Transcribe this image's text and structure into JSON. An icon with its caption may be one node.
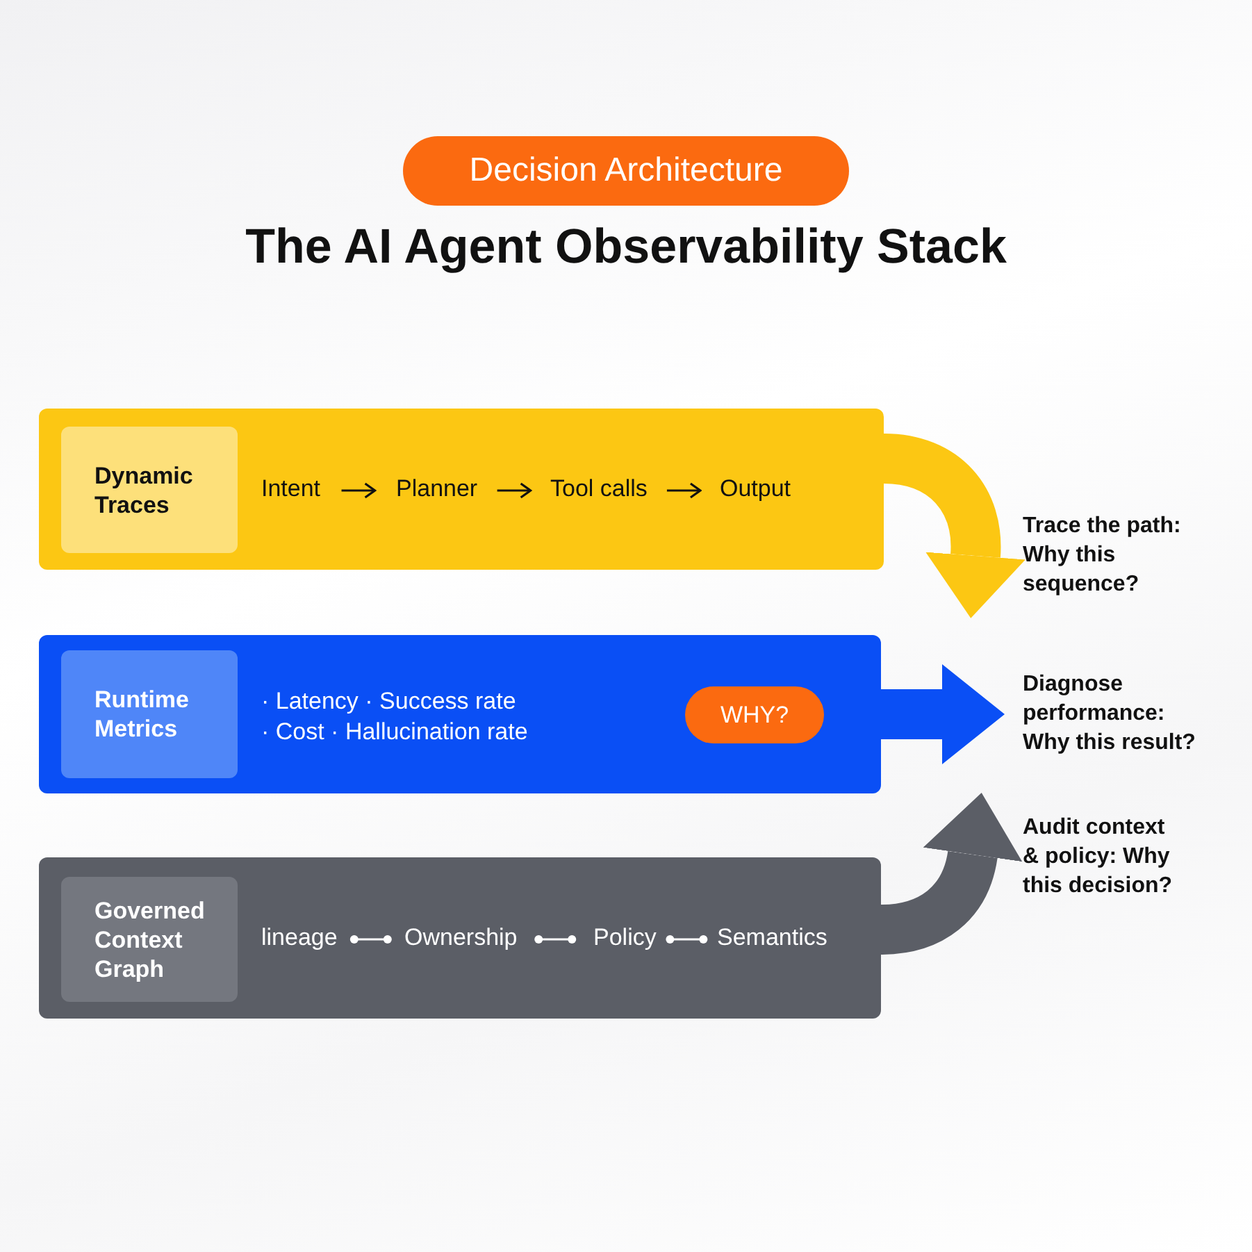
{
  "diagram": {
    "title": "The AI Agent Observability Stack",
    "nodes": [
      {
        "text": [
          "Decision Architecture"
        ]
      },
      {
        "text": [],
        "shape": "box"
      },
      {
        "text": [
          "Dynamic Traces"
        ],
        "in": 1
      },
      {
        "text": [
          "Intent"
        ],
        "in": 1
      },
      {
        "text": [
          "Planner"
        ],
        "in": 1
      },
      {
        "text": [
          "Tool calls"
        ],
        "in": 1
      },
      {
        "text": [
          "Output"
        ],
        "in": 1
      },
      {
        "text": [
          "Trace the path: Why this sequence?"
        ]
      },
      {
        "text": [
          "· Latency · Success rate",
          "· Cost · Hallucination rate"
        ]
      },
      {
        "text": [
          "Runtime Metrics"
        ],
        "in": 8
      },
      {
        "text": [
          "WHY?"
        ],
        "in": 8
      },
      {
        "text": [
          "Diagnose performance: Why this result?"
        ]
      },
      {
        "text": [],
        "shape": "box"
      },
      {
        "text": [
          "Governed Context Graph"
        ],
        "in": 12
      },
      {
        "text": [
          "lineage"
        ],
        "in": 12
      },
      {
        "text": [
          "Ownership"
        ],
        "in": 12
      },
      {
        "text": [
          "Policy"
        ],
        "in": 12
      },
      {
        "text": [
          "Semantics"
        ],
        "in": 12
      },
      {
        "text": [
          "Audit context & policy: Why this decision?"
        ]
      }
    ],
    "edges": [
      {
        "from": 3,
        "to": 4,
        "arrow": "to"
      },
      {
        "from": 4,
        "to": 5,
        "arrow": "to"
      },
      {
        "from": 5,
        "to": 6,
        "arrow": "to"
      },
      {
        "from": 1,
        "to": 7,
        "arrow": "to",
        "style": "thick",
        "color": "#fcc713"
      },
      {
        "from": 8,
        "to": 11,
        "arrow": "to",
        "style": "thick",
        "color": "#0a4ff5"
      },
      {
        "from": 14,
        "to": 15,
        "arrow": "other",
        "color": "#ffffff"
      },
      {
        "from": 15,
        "to": 16,
        "arrow": "other",
        "color": "#ffffff"
      },
      {
        "from": 16,
        "to": 17,
        "arrow": "other",
        "color": "#ffffff"
      },
      {
        "from": 12,
        "to": 18,
        "arrow": "to",
        "style": "thick",
        "color": "#5b5e66"
      }
    ]
  }
}
